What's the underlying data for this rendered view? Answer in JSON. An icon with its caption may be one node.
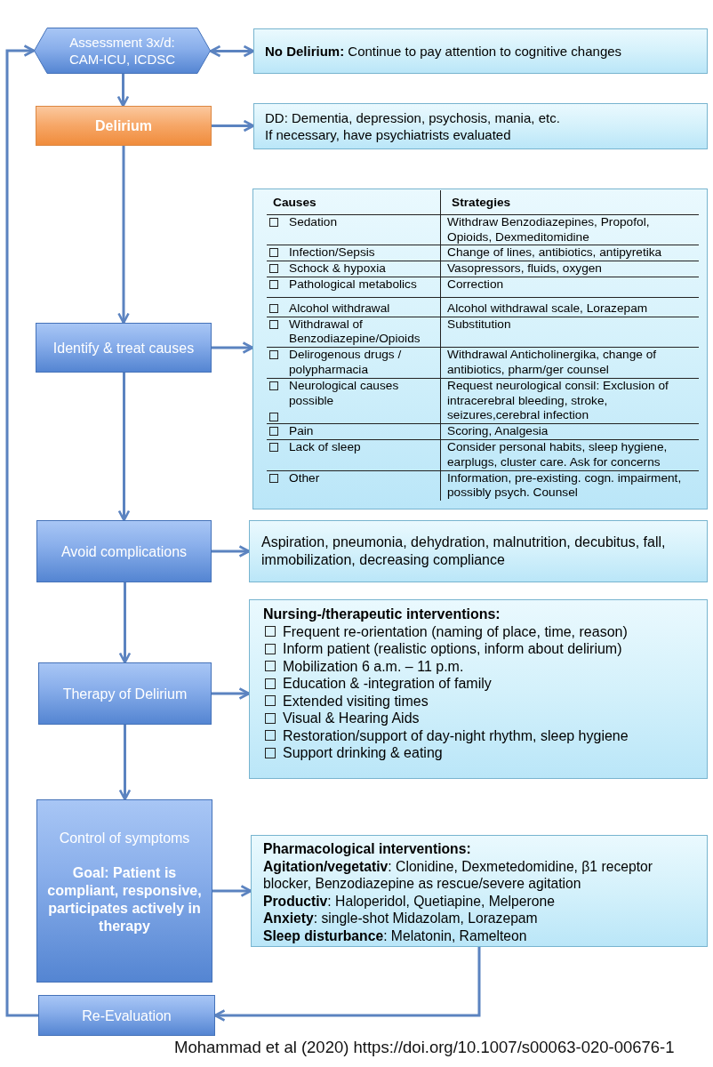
{
  "diagram": {
    "caption": "Mohammad et al (2020) https://doi.org/10.1007/s00063-020-00676-1",
    "nodes": [
      {
        "text": [
          "Assessment 3x/d: CAM-ICU, ICDSC"
        ]
      },
      {
        "text": [
          "**No Delirium:** Continue to pay attention to cognitive changes"
        ]
      },
      {
        "text": [
          "Delirium"
        ]
      },
      {
        "text": [
          "DD: Dementia, depression, psychosis, mania, etc.",
          "If necessary, have psychiatrists evaluated"
        ]
      },
      {
        "text": [
          "Identify & treat causes"
        ]
      },
      {
        "text": [
          "Causes",
          "Strategies",
          "Sedation",
          "Withdraw Benzodiazepines, Propofol, Opioids, Dexmeditomidine",
          "Infection/Sepsis",
          "Change of lines, antibiotics, antipyretika",
          "Schock & hypoxia",
          "Vasopressors, fluids, oxygen",
          "Pathological metabolics",
          "Correction",
          "Alcohol withdrawal",
          "Alcohol withdrawal scale, Lorazepam",
          "Withdrawal of Benzodiazepine/Opioids",
          "Substitution",
          "Delirogenous drugs / polypharmacia",
          "Withdrawal Anticholinergika, change of antibiotics, pharm/ger counsel",
          "Neurological causes possible",
          "Request neurological consil: Exclusion of intracerebral bleeding, stroke, seizures,cerebral infection",
          "Pain",
          "Scoring, Analgesia",
          "Lack of sleep",
          "Consider personal habits, sleep hygiene, earplugs, cluster care. Ask for concerns",
          "Other",
          "Information, pre-existing. cogn. impairment, possibly psych. Counsel"
        ]
      },
      {
        "text": [
          "Avoid complications"
        ]
      },
      {
        "text": [
          "Aspiration, pneumonia, dehydration, malnutrition, decubitus, fall, immobilization, decreasing compliance"
        ]
      },
      {
        "text": [
          "Therapy of Delirium"
        ]
      },
      {
        "text": [
          "Nursing-/therapeutic interventions:",
          "Frequent re-orientation (naming of place, time, reason)",
          "Inform patient (realistic options, inform about delirium)",
          "Mobilization 6 a.m. – 11 p.m.",
          "Education & -integration of family",
          "Extended visiting times",
          "Visual & Hearing Aids",
          "Restoration/support of day-night rhythm, sleep hygiene",
          "Support drinking & eating"
        ]
      },
      {
        "text": [
          "Control of symptoms",
          "Goal: Patient is compliant, responsive, participates actively in therapy"
        ]
      },
      {
        "text": [
          "Pharmacological interventions:",
          "**Agitation/vegetativ**: Clonidine, Dexmetedomidine, β1 receptor blocker, Benzodiazepine as rescue/severe agitation",
          "**Productiv**: Haloperidol, Quetiapine, Melperone",
          "**Anxiety**: single-shot Midazolam, Lorazepam",
          "**Sleep disturbance**: Melatonin, Ramelteon"
        ]
      },
      {
        "text": [
          "Re-Evaluation"
        ]
      }
    ],
    "edges": [
      {
        "from": 0,
        "to": 1,
        "arrow": "both"
      },
      {
        "from": 0,
        "to": 2,
        "arrow": "to"
      },
      {
        "from": 2,
        "to": 3,
        "arrow": "to"
      },
      {
        "from": 2,
        "to": 4,
        "arrow": "to"
      },
      {
        "from": 4,
        "to": 5,
        "arrow": "to"
      },
      {
        "from": 4,
        "to": 6,
        "arrow": "to"
      },
      {
        "from": 6,
        "to": 7,
        "arrow": "to"
      },
      {
        "from": 6,
        "to": 8,
        "arrow": "to"
      },
      {
        "from": 8,
        "to": 9,
        "arrow": "to"
      },
      {
        "from": 8,
        "to": 10,
        "arrow": "to"
      },
      {
        "from": 10,
        "to": 11,
        "arrow": "to"
      },
      {
        "from": 11,
        "to": 12,
        "arrow": "to"
      },
      {
        "from": 12,
        "to": 0,
        "arrow": "to"
      }
    ]
  }
}
